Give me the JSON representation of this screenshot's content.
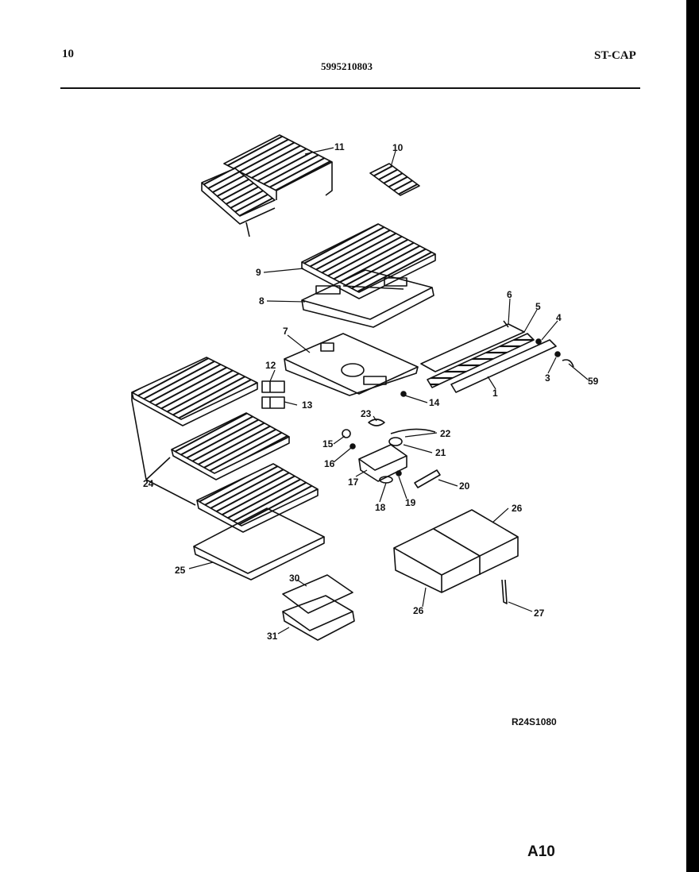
{
  "header": {
    "page_number": "10",
    "model_number": "5995210803",
    "series": "ST-CAP"
  },
  "callouts": {
    "c1": "1",
    "c3": "3",
    "c4": "4",
    "c5": "5",
    "c6": "6",
    "c7": "7",
    "c8": "8",
    "c9": "9",
    "c10": "10",
    "c11": "11",
    "c12": "12",
    "c13": "13",
    "c14": "14",
    "c15": "15",
    "c16": "16",
    "c17": "17",
    "c18": "18",
    "c19": "19",
    "c20": "20",
    "c21": "21",
    "c22": "22",
    "c23": "23",
    "c24": "24",
    "c25": "25",
    "c26a": "26",
    "c26b": "26",
    "c27": "27",
    "c30": "30",
    "c31": "31",
    "c59": "59"
  },
  "footer": {
    "reference_code": "R24S1080",
    "page_code": "A10"
  }
}
